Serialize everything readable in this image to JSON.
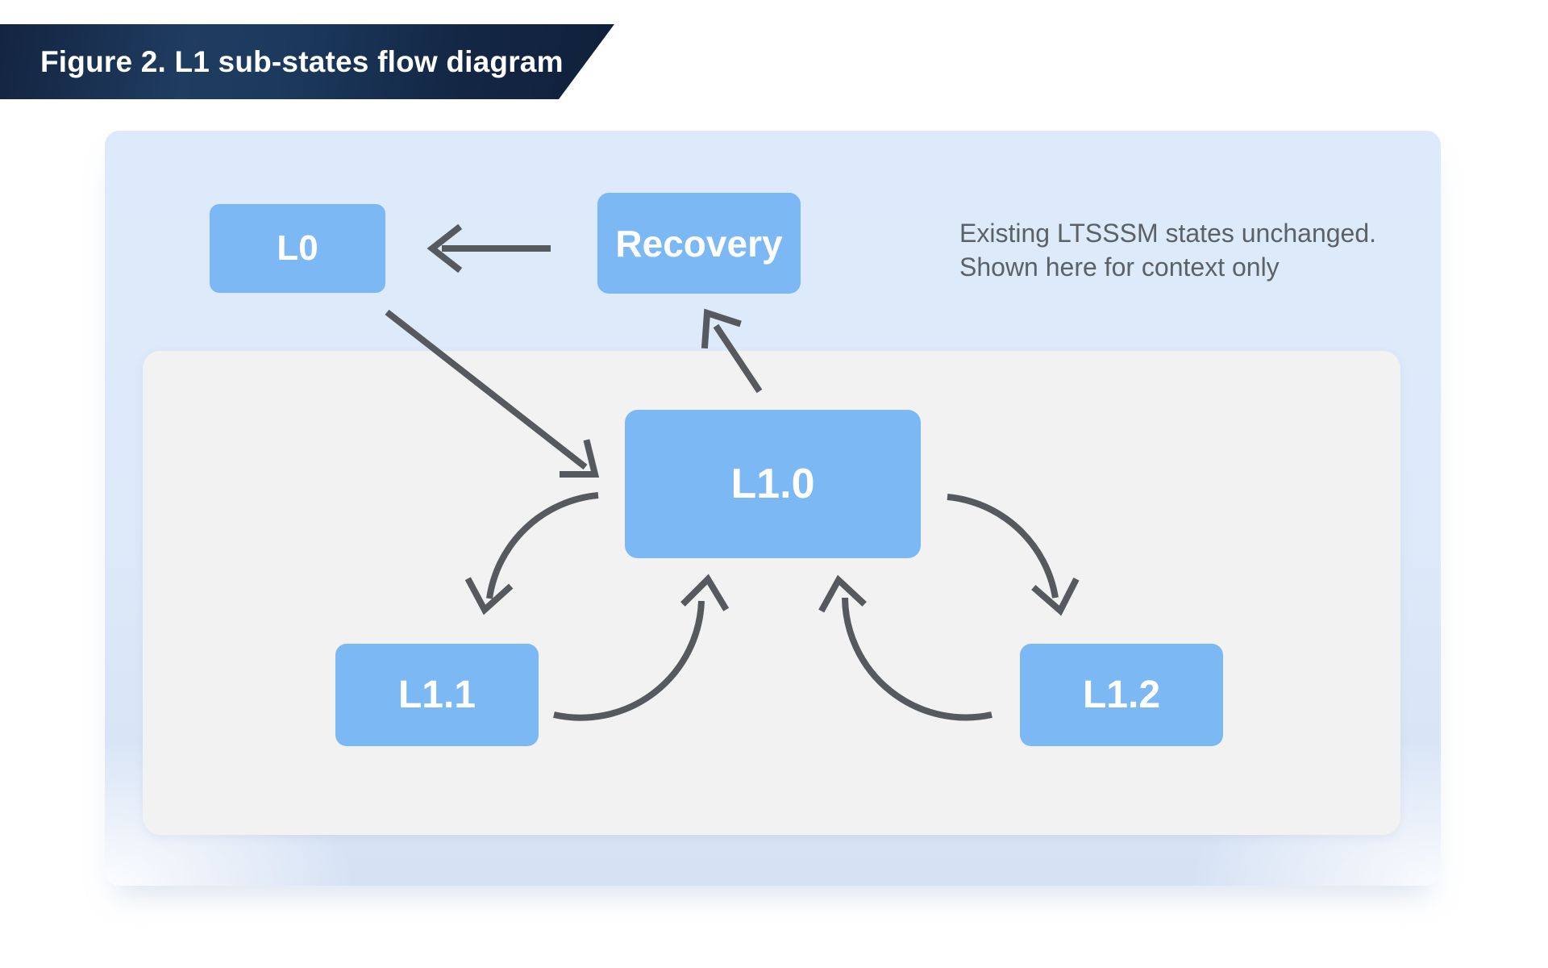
{
  "banner": {
    "title": "Figure 2. L1 sub-states flow diagram"
  },
  "note": {
    "line1": "Existing LTSSSM states unchanged.",
    "line2": "Shown here for context only"
  },
  "states": {
    "l0": {
      "label": "L0"
    },
    "recovery": {
      "label": "Recovery"
    },
    "l1_0": {
      "label": "L1.0"
    },
    "l1_1": {
      "label": "L1.1"
    },
    "l1_2": {
      "label": "L1.2"
    }
  },
  "transitions": [
    {
      "from": "Recovery",
      "to": "L0",
      "style": "straight"
    },
    {
      "from": "L0",
      "to": "L1.0",
      "style": "straight"
    },
    {
      "from": "L1.0",
      "to": "Recovery",
      "style": "straight"
    },
    {
      "from": "L1.0",
      "to": "L1.1",
      "style": "curved"
    },
    {
      "from": "L1.1",
      "to": "L1.0",
      "style": "curved"
    },
    {
      "from": "L1.0",
      "to": "L1.2",
      "style": "curved"
    },
    {
      "from": "L1.2",
      "to": "L1.0",
      "style": "curved"
    }
  ],
  "colors": {
    "state_box_blue": "#7bb8f4",
    "arrow_gray": "#56595e",
    "banner_navy": "#1f3c61",
    "outer_panel_blue": "#dceafb",
    "inner_panel_gray": "#f2f2f3",
    "note_text_gray": "#5c6167",
    "label_text": "#ffffff"
  }
}
